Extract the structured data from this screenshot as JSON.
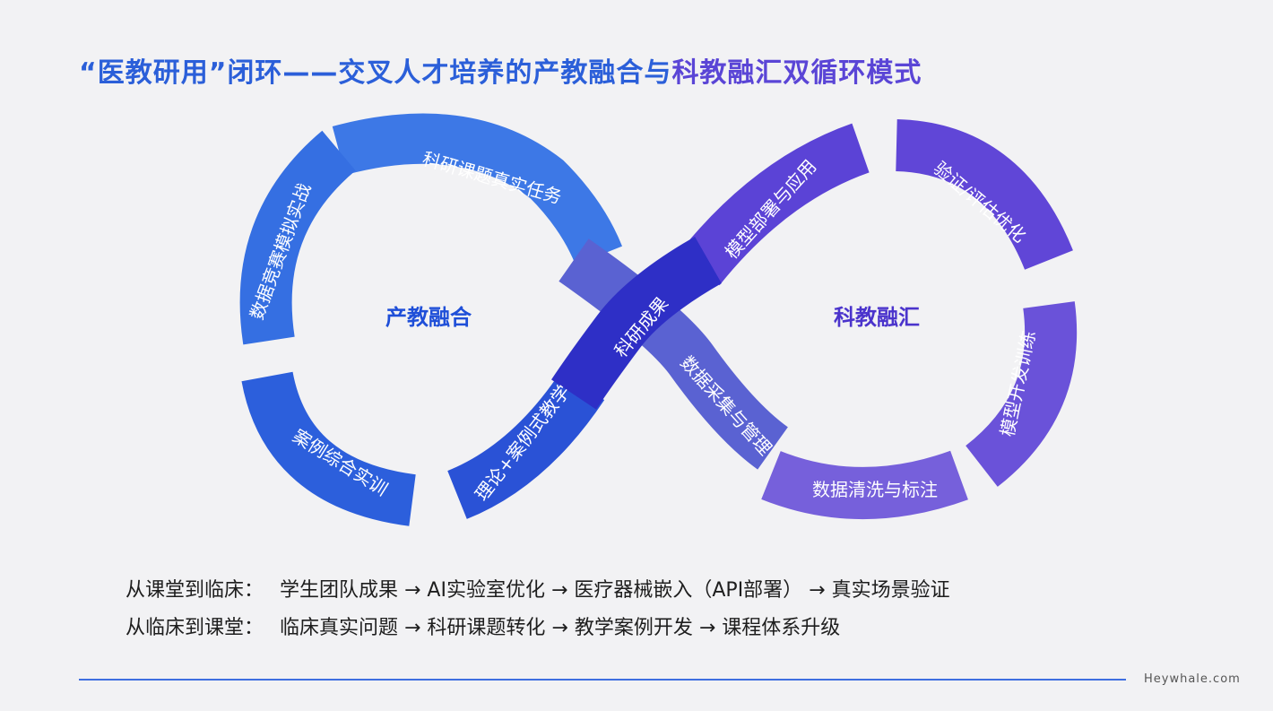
{
  "title": {
    "part1": "“医教研用”闭环——交叉人才培养的产教融合与",
    "part2": "科教融汇双循环模式"
  },
  "left_loop": {
    "center_label": "产教融合",
    "segments": [
      "科研课题真实任务",
      "数据竞赛模拟实战",
      "案例综合实训",
      "理论+案例式教学"
    ]
  },
  "center": {
    "label": "科研成果"
  },
  "right_loop": {
    "center_label": "科教融汇",
    "segments": [
      "模型部署与应用",
      "验证/评估优化",
      "模型开发训练",
      "数据清洗与标注",
      "数据采集与管理"
    ]
  },
  "flows": [
    {
      "label": "从课堂到临床：",
      "text": "学生团队成果 → AI实验室优化 → 医疗器械嵌入（API部署） → 真实场景验证"
    },
    {
      "label": "从临床到课堂：",
      "text": "临床真实问题 → 科研课题转化 → 教学案例开发 → 课程体系升级"
    }
  ],
  "footer": {
    "brand": "Heywhale.com"
  },
  "colors": {
    "left_loop": "#2f62de",
    "left_loop_light": "#3f7fe8",
    "right_loop": "#6346d4",
    "right_loop_light": "#7860dc",
    "center": "#2e2ec8"
  }
}
